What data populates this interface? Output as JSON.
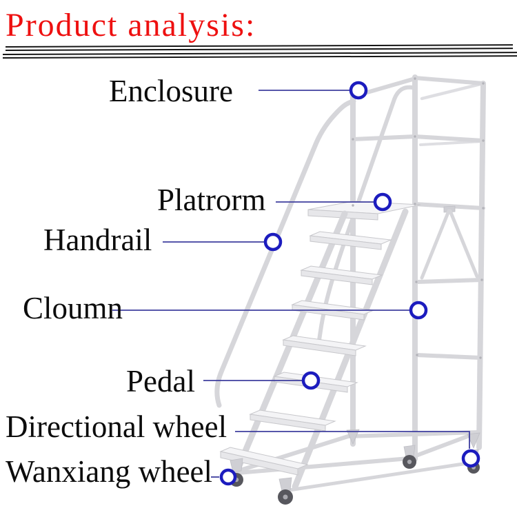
{
  "title": "Product analysis:",
  "colors": {
    "title_red": "#ee1010",
    "callout_blue": "#1c1cbe",
    "line_navy": "#3e3e9e",
    "ladder_gray": "#d6d6da"
  },
  "labels": [
    {
      "id": "enclosure",
      "text": "Enclosure"
    },
    {
      "id": "platform",
      "text": "Platrorm"
    },
    {
      "id": "handrail",
      "text": "Handrail"
    },
    {
      "id": "column",
      "text": "Cloumn"
    },
    {
      "id": "pedal",
      "text": "Pedal"
    },
    {
      "id": "directional-wheel",
      "text": "Directional wheel"
    },
    {
      "id": "wanxiang-wheel",
      "text": "Wanxiang wheel"
    }
  ]
}
